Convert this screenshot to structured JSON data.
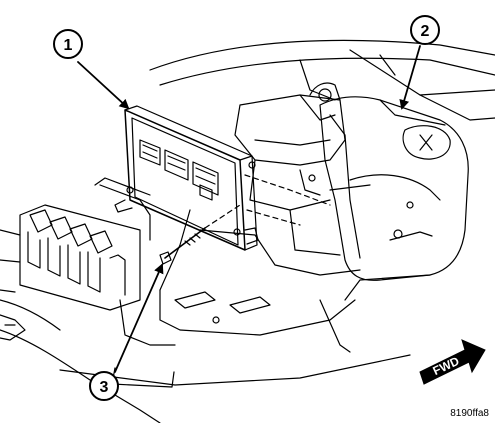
{
  "callouts": [
    {
      "id": "1",
      "label": "1"
    },
    {
      "id": "2",
      "label": "2"
    },
    {
      "id": "3",
      "label": "3"
    }
  ],
  "direction_badge": {
    "label": "FWD"
  },
  "figure_code": "8190ffa8",
  "colors": {
    "line": "#000000",
    "background": "#ffffff"
  }
}
